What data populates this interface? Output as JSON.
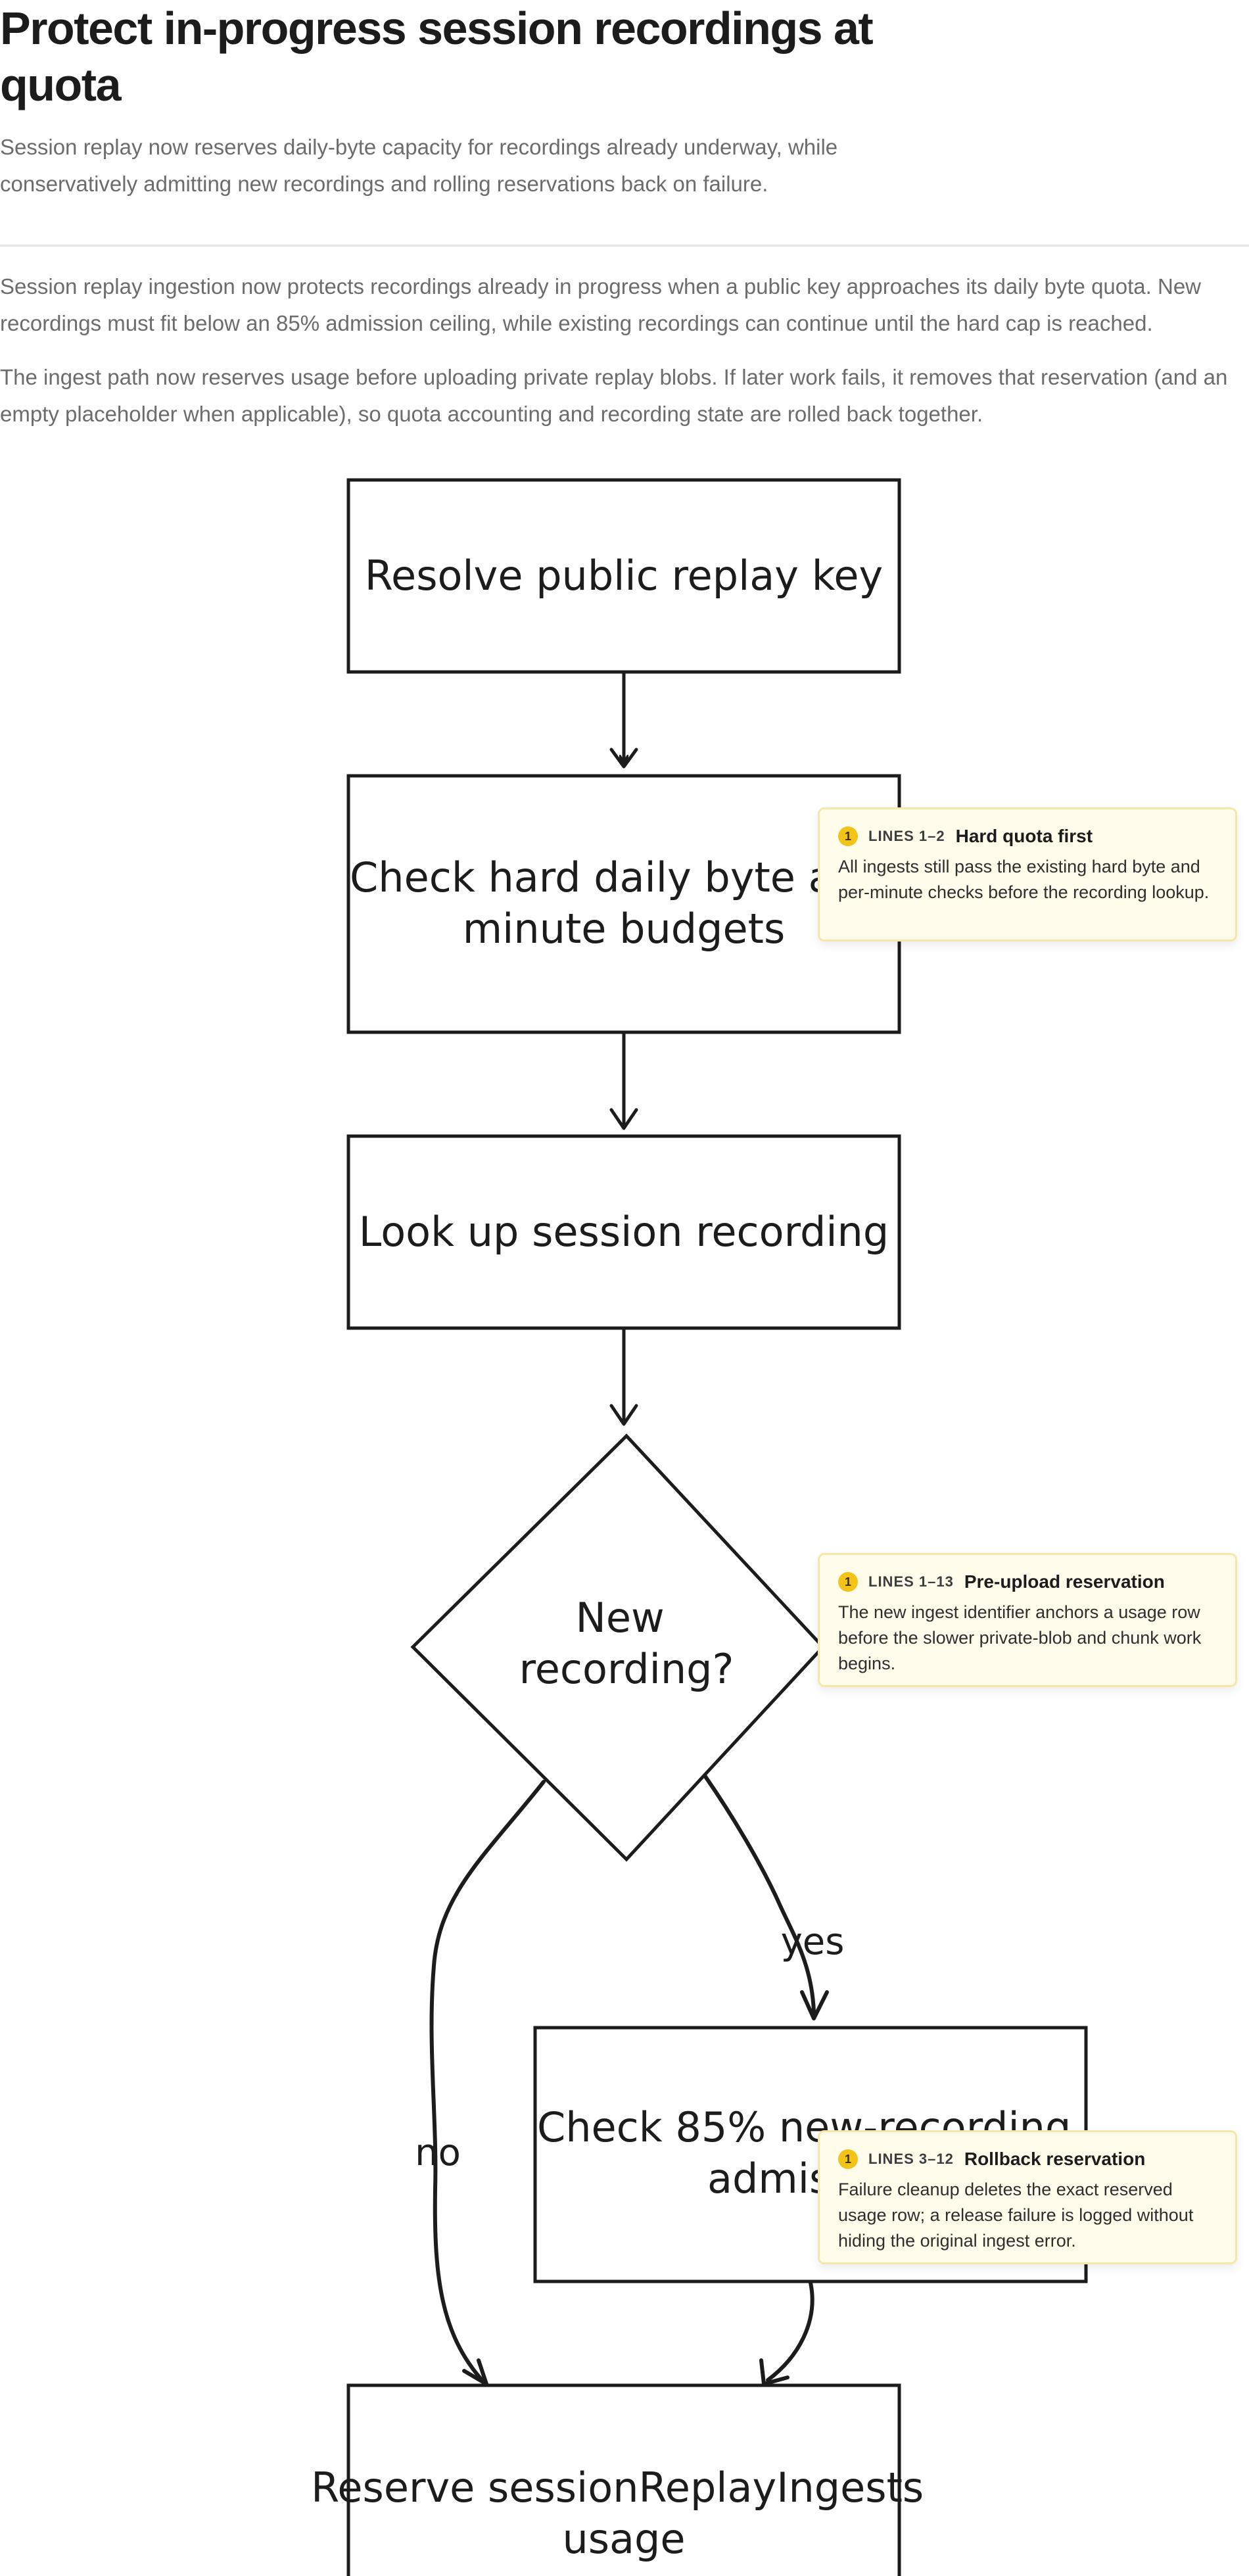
{
  "page": {
    "title": "Protect in-progress session recordings at quota",
    "subtitle": "Session replay now reserves daily-byte capacity for recordings already underway, while conservatively admitting new recordings and rolling reservations back on failure.",
    "paragraphs": [
      "Session replay ingestion now protects recordings already in progress when a public key approaches its daily byte quota. New recordings must fit below an 85% admission ceiling, while existing recordings can continue until the hard cap is reached.",
      "The ingest path now reserves usage before uploading private replay blobs. If later work fails, it removes that reservation (and an empty placeholder when applicable), so quota accounting and recording state are rolled back together."
    ]
  },
  "diagram": {
    "nodes": {
      "resolve": [
        "Resolve public replay key"
      ],
      "check_hard": [
        "Check hard daily byte and",
        "minute budgets"
      ],
      "lookup": [
        "Look up session recording"
      ],
      "decision": [
        "New",
        "recording?"
      ],
      "check_85": [
        "Check 85% new-recording",
        "admission"
      ],
      "reserve": [
        "Reserve sessionReplayIngests",
        "usage"
      ]
    },
    "edges": {
      "yes": "yes",
      "no": "no"
    }
  },
  "notes": [
    {
      "number": "1",
      "lines": "LINES 1–2",
      "title": "Hard quota first",
      "body": "All ingests still pass the existing hard byte and per-minute checks before the recording lookup."
    },
    {
      "number": "1",
      "lines": "LINES 1–13",
      "title": "Pre-upload reservation",
      "body": "The new ingest identifier anchors a usage row before the slower private-blob and chunk work begins."
    },
    {
      "number": "1",
      "lines": "LINES 3–12",
      "title": "Rollback reservation",
      "body": "Failure cleanup deletes the exact reserved usage row; a release failure is logged without hiding the original ingest error."
    }
  ],
  "colors": {
    "text": "#1c1c1c",
    "muted": "#6c6c6c",
    "note_bg": "#fffcec",
    "note_border": "#f7e7a6",
    "badge": "#f2c318"
  }
}
